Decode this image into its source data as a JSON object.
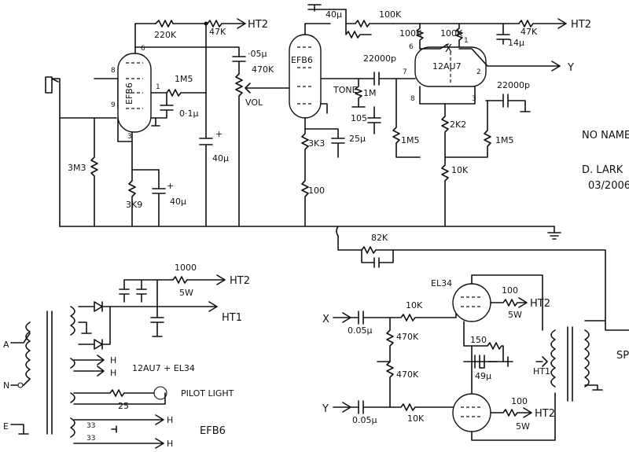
{
  "labels": {
    "ht2_top_left": "HT2",
    "ht2_top_right": "HT2",
    "r220k": "220K",
    "r47k_a": "47K",
    "r47k_b": "47K",
    "c05u_top": "·05µ",
    "efb6_v1": "EFB6",
    "efb6_v2": "EFB6",
    "r1m5_a": "1M5",
    "c01u": "0·1µ",
    "r470k_vol": "470K",
    "vol": "VOL",
    "c40u_a": "40µ",
    "r3m3": "3M3",
    "r3k9": "3K9",
    "c40u_b": "40µ",
    "r100k_a": "100K",
    "r100k_b": "100K",
    "r100k_c": "100K",
    "c40u_top": "40µ",
    "c14u": "14µ",
    "c22000p_a": "22000p",
    "c22000p_b": "22000p",
    "tube_12au7": "12AU7",
    "pin_x": "X",
    "pin_y": "Y",
    "tone": "TONE",
    "r1m_tone": "1M",
    "c105": "105",
    "c25u": "25µ",
    "r3k3": "3K3",
    "r100_cath": "100",
    "r2k2": "2K2",
    "r1m5_b": "1M5",
    "r1m5_c": "1M5",
    "r10k_tail": "10K",
    "r82k": "82K",
    "no_name": "NO NAME",
    "author": "D. LARK",
    "date": "03/2006",
    "ps_1000": "1000",
    "ps_5w": "5W",
    "ps_ht2": "HT2",
    "ps_ht1": "HT1",
    "heater_h1": "H",
    "heater_h2": "H",
    "heater_h3": "H",
    "heater_h4": "H",
    "heater_note": "12AU7 + EL34",
    "pilot_25": "25",
    "pilot_light": "PILOT LIGHT",
    "efb6_heater": "EFB6",
    "r33_a": "33",
    "r33_b": "33",
    "mains_a": "A",
    "mains_n": "N",
    "mains_e": "E",
    "out_x": "X",
    "out_y": "Y",
    "c005_a": "0.05µ",
    "c005_b": "0.05µ",
    "r10k_g1": "10K",
    "r10k_g2": "10K",
    "r470k_g1": "470K",
    "r470k_g2": "470K",
    "el34": "EL34",
    "r100_s1": "100",
    "r100_s2": "100",
    "w5_a": "5W",
    "w5_b": "5W",
    "out_ht2_a": "HT2",
    "out_ht2_b": "HT2",
    "r150": "150",
    "c49u": "49µ",
    "out_ht1": "HT1",
    "spk": "SPK",
    "pin8": "8",
    "pin9": "9",
    "pin6": "6",
    "pin3": "3",
    "pin1": "1",
    "pin7": "7",
    "pin2": "2",
    "pin8b": "8",
    "pin3b": "3",
    "pin1b": "1",
    "pin6b": "6"
  }
}
